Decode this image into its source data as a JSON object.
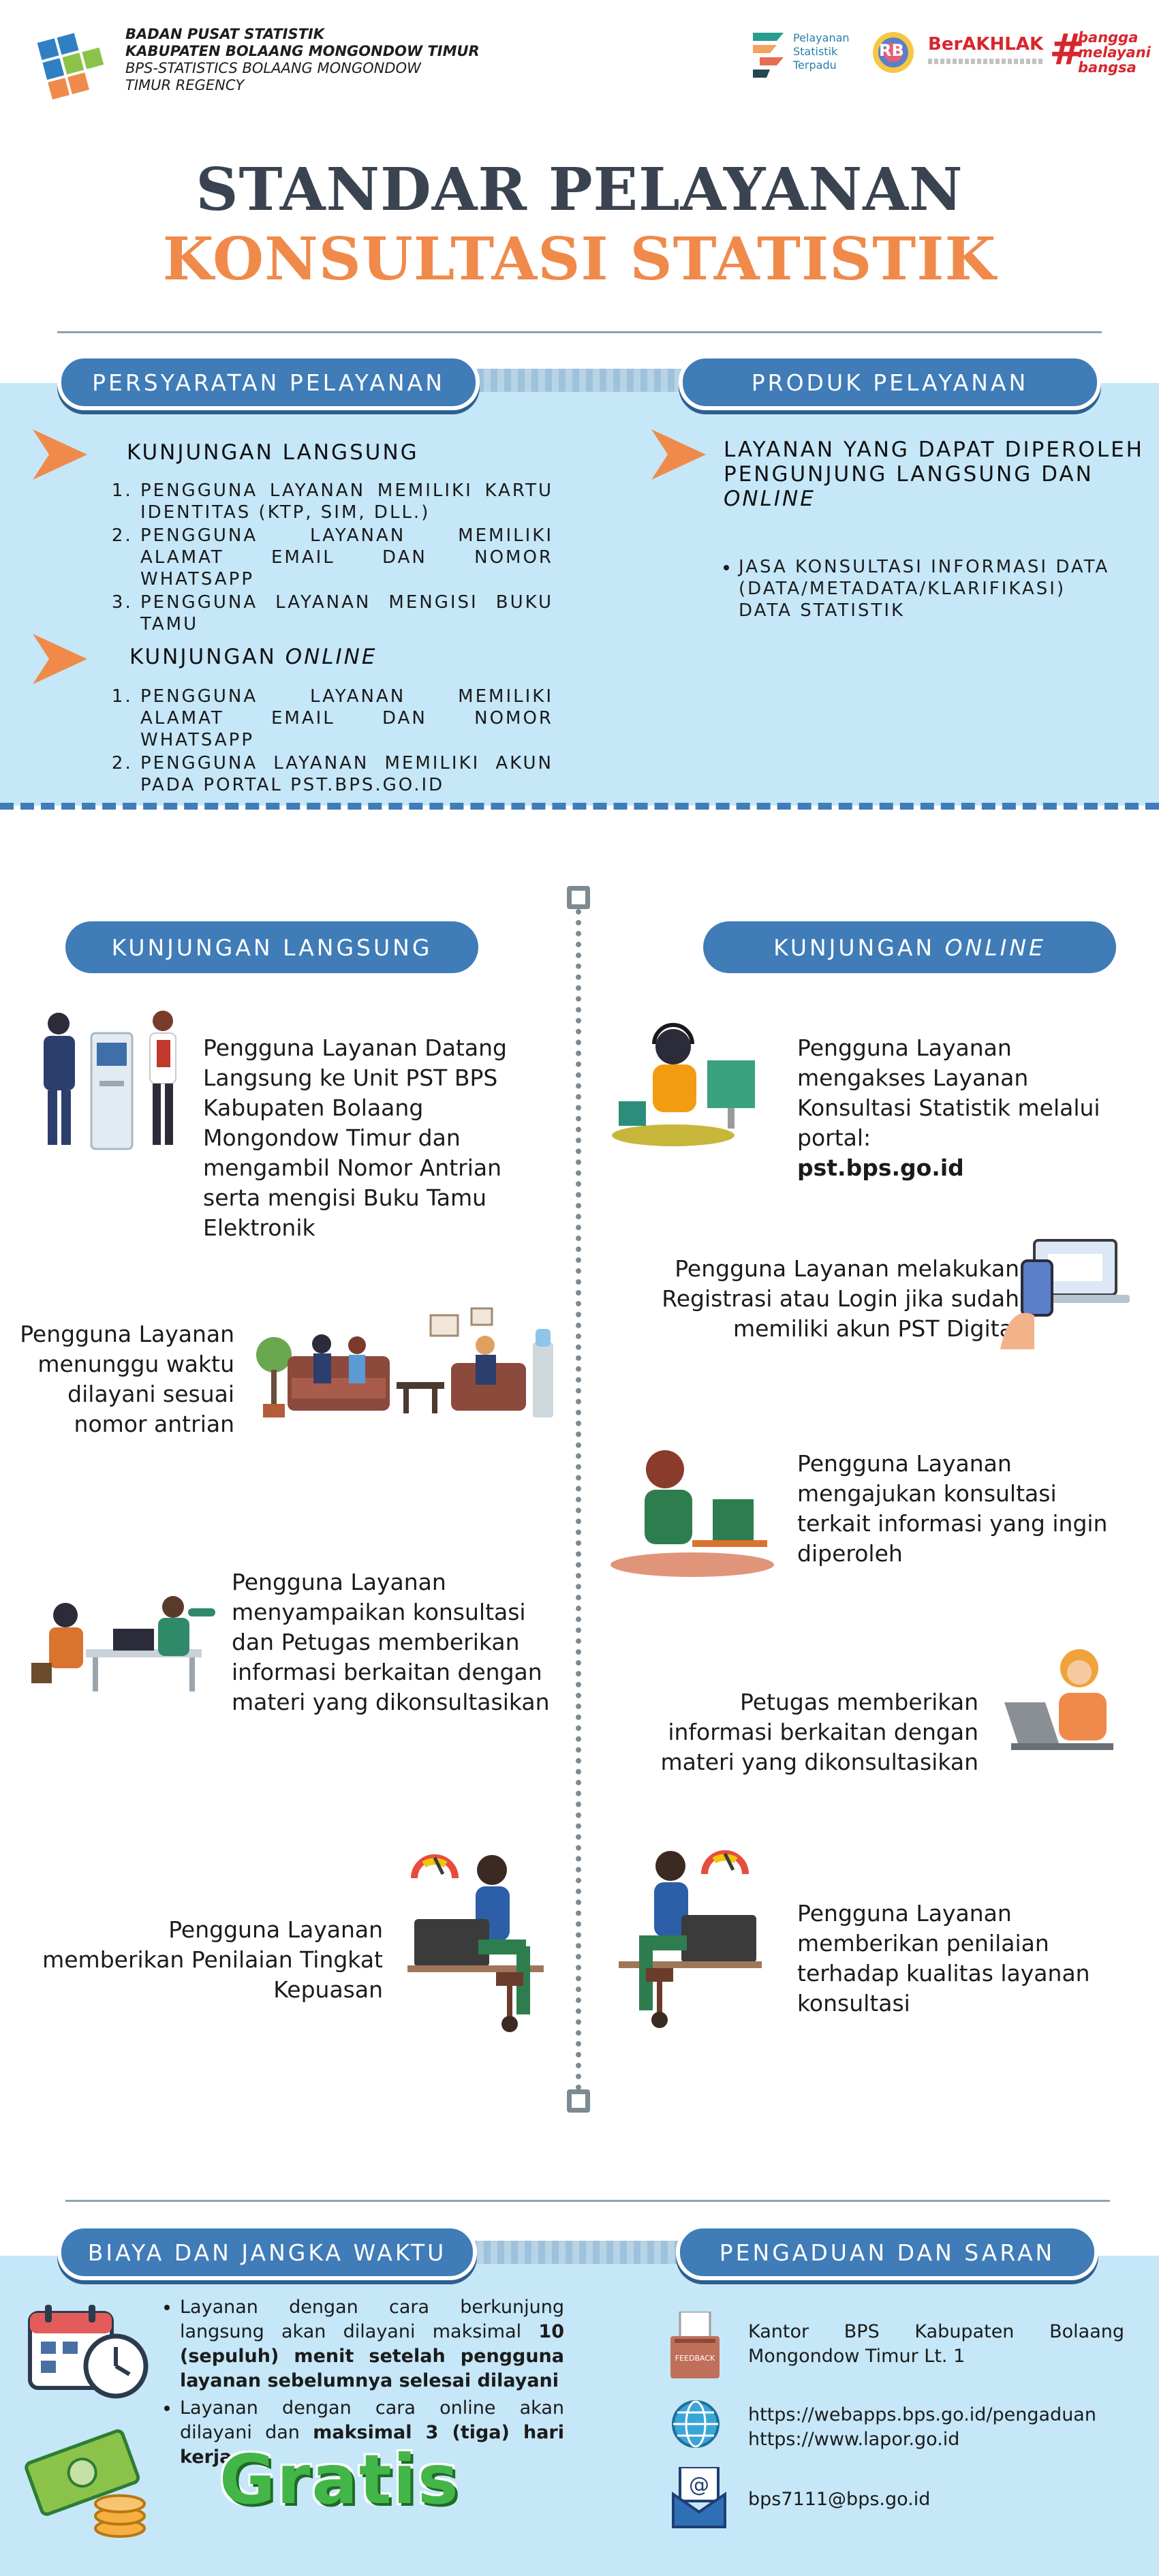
{
  "header": {
    "org_line1": "BADAN PUSAT STATISTIK",
    "org_line2": "KABUPATEN BOLAANG MONGONDOW TIMUR",
    "org_line3": "BPS-STATISTICS BOLAANG MONGONDOW",
    "org_line4": "TIMUR REGENCY",
    "pst_logo_line1": "Pelayanan",
    "pst_logo_line2": "Statistik",
    "pst_logo_line3": "Terpadu",
    "rb_logo": "RB",
    "berakhlak": "BerAKHLAK",
    "berakhlak_sub": "#bangga melayani bangsa",
    "bangga1": "bangga",
    "bangga2": "melayani",
    "bangga3": "bangsa"
  },
  "title": {
    "line1": "STANDAR PELAYANAN",
    "line2": "KONSULTASI STATISTIK"
  },
  "requirements": {
    "pill": "PERSYARATAN PELAYANAN",
    "direct_heading": "KUNJUNGAN LANGSUNG",
    "direct_items": [
      "PENGGUNA LAYANAN MEMILIKI KARTU IDENTITAS (KTP, SIM, DLL.)",
      "PENGGUNA LAYANAN MEMILIKI ALAMAT EMAIL DAN NOMOR WHATSAPP",
      "PENGGUNA LAYANAN MENGISI BUKU TAMU"
    ],
    "online_heading_prefix": "KUNJUNGAN",
    "online_heading_italic": "ONLINE",
    "online_items": [
      "PENGGUNA LAYANAN MEMILIKI ALAMAT EMAIL DAN NOMOR WHATSAPP",
      "PENGGUNA LAYANAN MEMILIKI AKUN PADA PORTAL PST.BPS.GO.ID"
    ]
  },
  "products": {
    "pill": "PRODUK PELAYANAN",
    "heading_line1": "LAYANAN YANG DAPAT DIPEROLEH",
    "heading_line2": "PENGUNJUNG LANGSUNG DAN",
    "heading_line3_italic": "ONLINE",
    "items": [
      "JASA KONSULTASI INFORMASI DATA (DATA/METADATA/KLARIFIKASI) DATA STATISTIK"
    ]
  },
  "flow": {
    "left_pill": "KUNJUNGAN LANGSUNG",
    "right_pill_prefix": "KUNJUNGAN",
    "right_pill_italic": "ONLINE",
    "left_steps": [
      "Pengguna Layanan Datang Langsung ke Unit PST BPS Kabupaten Bolaang Mongondow Timur dan mengambil Nomor Antrian serta mengisi Buku Tamu Elektronik",
      "Pengguna Layanan menunggu waktu dilayani sesuai nomor antrian",
      "Pengguna Layanan menyampaikan konsultasi dan Petugas memberikan informasi berkaitan dengan materi yang dikonsultasikan",
      "Pengguna Layanan memberikan Penilaian Tingkat Kepuasan"
    ],
    "right_step1_text": "Pengguna Layanan mengakses Layanan Konsultasi Statistik melalui portal:",
    "right_step1_url": "pst.bps.go.id",
    "right_steps": [
      "Pengguna Layanan melakukan Registrasi atau Login jika sudah memiliki akun PST Digital",
      "Pengguna Layanan mengajukan konsultasi terkait informasi yang ingin diperoleh",
      "Petugas memberikan informasi berkaitan dengan materi yang dikonsultasikan",
      "Pengguna Layanan memberikan penilaian terhadap kualitas layanan konsultasi"
    ]
  },
  "cost": {
    "pill": "BIAYA DAN JANGKA WAKTU",
    "b1_a": "Layanan dengan cara berkunjung langsung akan dilayani maksimal ",
    "b1_b": "10 (sepuluh) menit setelah pengguna layanan sebelumnya selesai dilayani",
    "b2_a": "Layanan dengan cara online akan dilayani dan ",
    "b2_b": "maksimal 3 (tiga) hari kerja",
    "gratis": "Gratis"
  },
  "complaint": {
    "pill": "PENGADUAN DAN SARAN",
    "feedback_label": "FEEDBACK",
    "address": "Kantor BPS Kabupaten Bolaang Mongondow Timur Lt. 1",
    "url1": "https://webapps.bps.go.id/pengaduan",
    "url2": "https://www.lapor.go.id",
    "email": "bps7111@bps.go.id"
  },
  "colors": {
    "accent_orange": "#f08a4b",
    "accent_blue": "#3f7cb8",
    "band": "#c5e7f8",
    "title_dark": "#3a4450",
    "gratis_green": "#43b649"
  }
}
